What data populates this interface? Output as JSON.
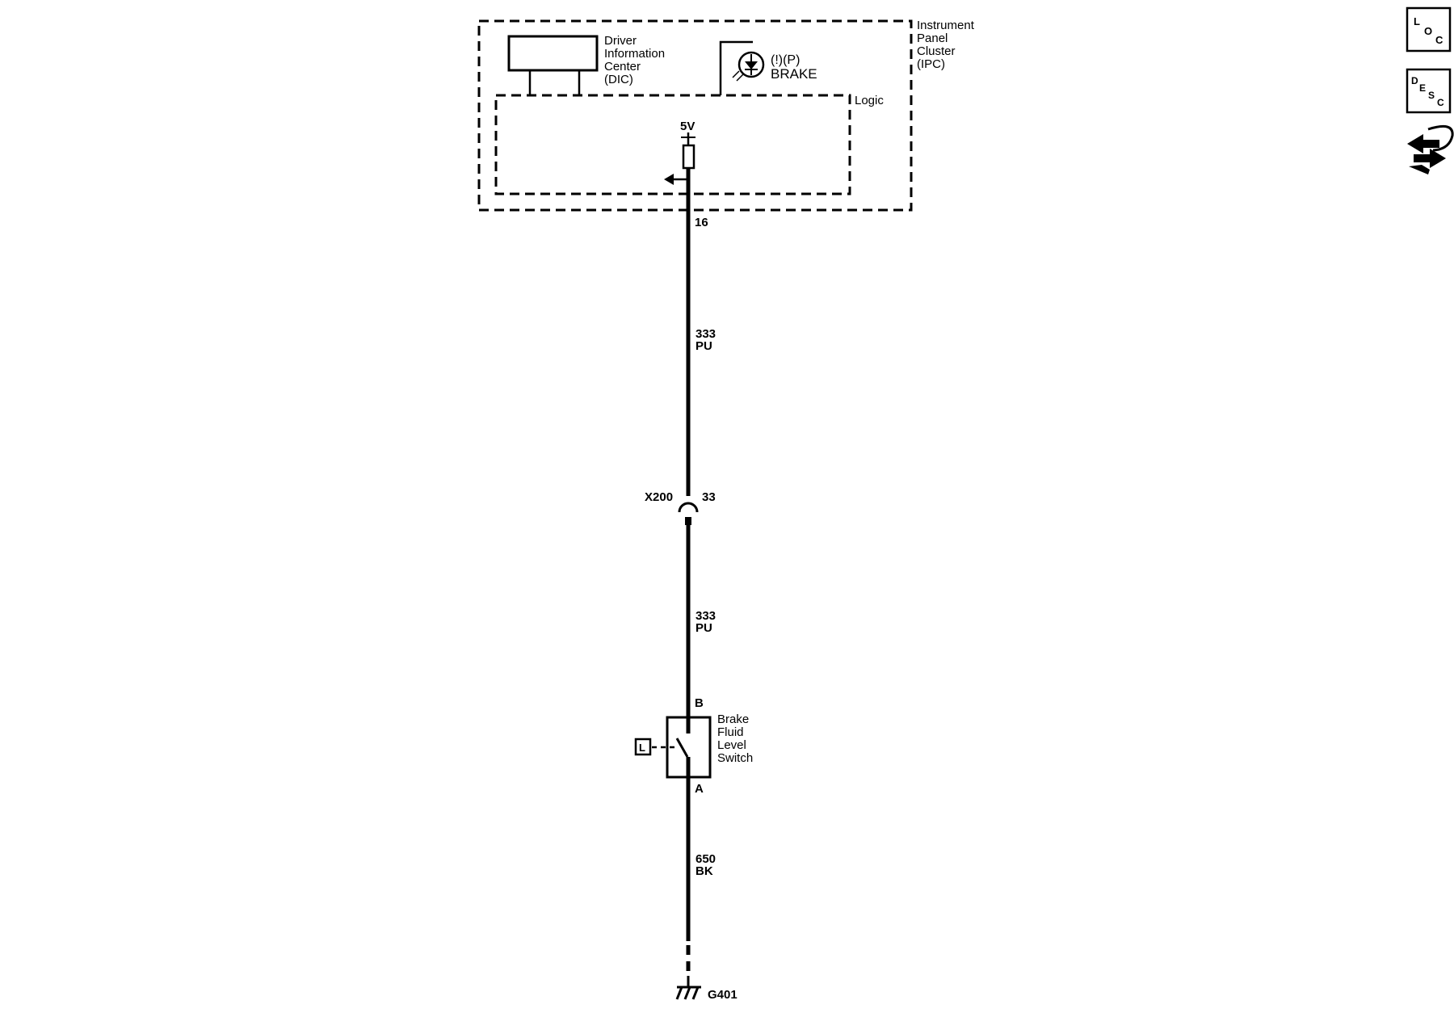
{
  "ipc": {
    "name_lines": [
      "Instrument",
      "Panel",
      "Cluster",
      "(IPC)"
    ],
    "logic_label": "Logic",
    "supply_label": "5V",
    "pin": "16"
  },
  "dic": {
    "name_lines": [
      "Driver",
      "Information",
      "Center",
      "(DIC)"
    ]
  },
  "brake_indicator": {
    "symbols": "(!)(P)",
    "label": "BRAKE"
  },
  "wire_upper": {
    "circuit": "333",
    "color": "PU"
  },
  "connector": {
    "name": "X200",
    "pin": "33"
  },
  "wire_middle": {
    "circuit": "333",
    "color": "PU"
  },
  "brake_switch": {
    "pin_top": "B",
    "pin_bottom": "A",
    "name_lines": [
      "Brake",
      "Fluid",
      "Level",
      "Switch"
    ],
    "location_tag": "L"
  },
  "wire_lower": {
    "circuit": "650",
    "color": "BK"
  },
  "ground": {
    "name": "G401"
  },
  "side_icons": [
    {
      "name": "loc-icon",
      "letters": [
        "L",
        "O",
        "C"
      ]
    },
    {
      "name": "desc-icon",
      "letters": [
        "D",
        "E",
        "S",
        "C"
      ]
    },
    {
      "name": "service-icon"
    }
  ]
}
